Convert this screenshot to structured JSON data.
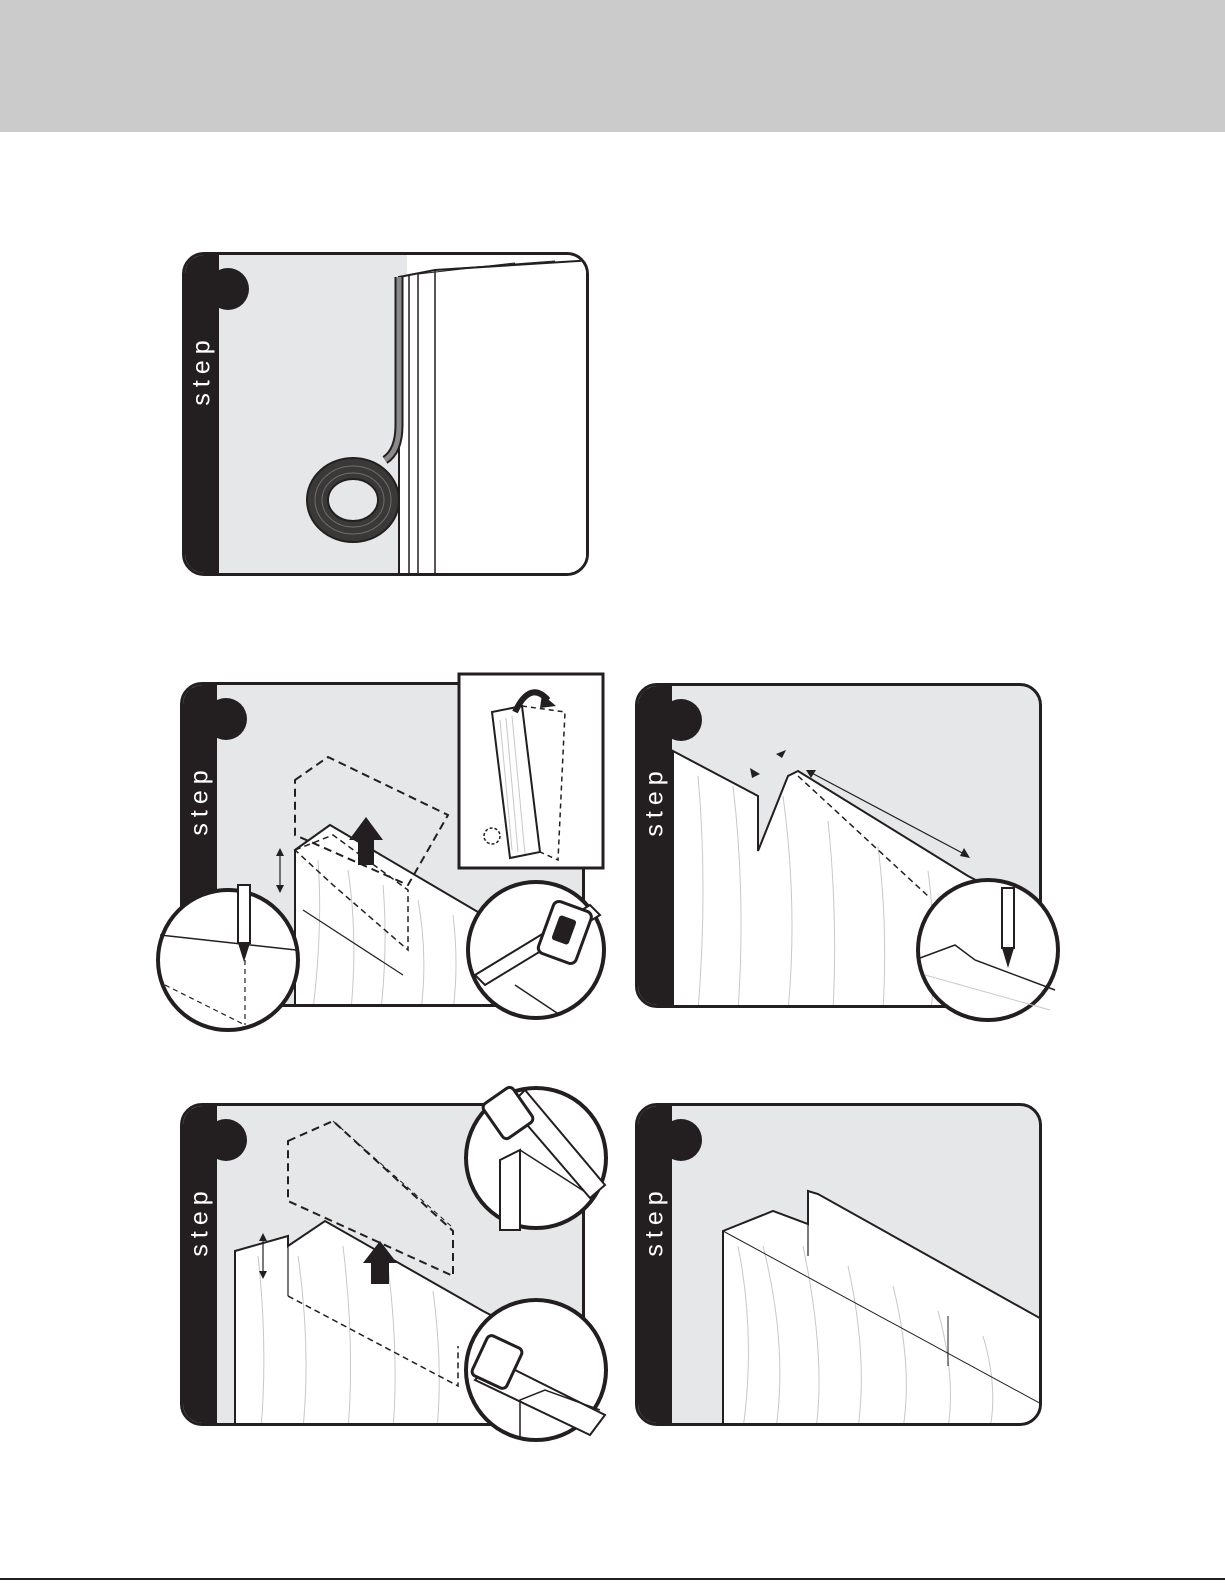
{
  "steps": [
    {
      "label": "step"
    },
    {
      "label": "step"
    },
    {
      "label": "step"
    },
    {
      "label": "step"
    },
    {
      "label": "step"
    }
  ],
  "colors": {
    "header_band": "#cbcbcb",
    "panel_background": "#e6e7e8",
    "ink": "#231f20",
    "paper": "#ffffff"
  },
  "icons": [
    "tape-roll-icon",
    "pencil-icon",
    "saw-icon",
    "arrow-up-icon",
    "dimension-arrow-icon",
    "panel-flip-icon"
  ]
}
